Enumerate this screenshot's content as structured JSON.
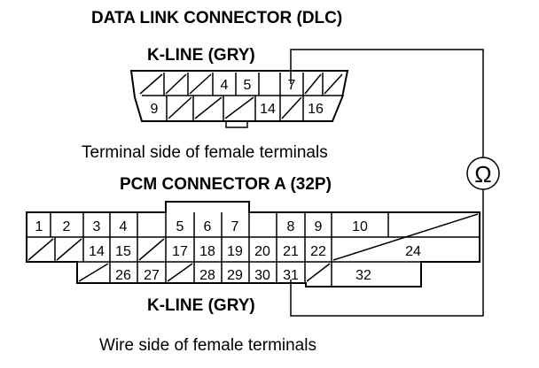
{
  "titles": {
    "dlc_title": "DATA LINK CONNECTOR (DLC)",
    "dlc_kline": "K-LINE (GRY)",
    "dlc_caption": "Terminal side of female terminals",
    "pcm_title": "PCM CONNECTOR A (32P)",
    "pcm_kline": "K-LINE (GRY)",
    "pcm_caption": "Wire side of female terminals"
  },
  "meter": {
    "symbol": "Ω",
    "icon": "ohmmeter-icon"
  },
  "dlc": {
    "top_row": [
      "",
      "",
      "",
      "4",
      "5",
      "",
      "7",
      ""
    ],
    "bottom_row": [
      "9",
      "",
      "",
      "",
      "14",
      "",
      "16"
    ]
  },
  "pcm": {
    "row1": [
      "1",
      "2",
      "3",
      "4",
      "",
      "5",
      "6",
      "7",
      "",
      "8",
      "9",
      "10"
    ],
    "row2": [
      "",
      "",
      "14",
      "15",
      "",
      "17",
      "18",
      "19",
      "20",
      "21",
      "22",
      "",
      "24"
    ],
    "row3": [
      "",
      "26",
      "27",
      "",
      "28",
      "29",
      "30",
      "31",
      "",
      "32"
    ]
  }
}
